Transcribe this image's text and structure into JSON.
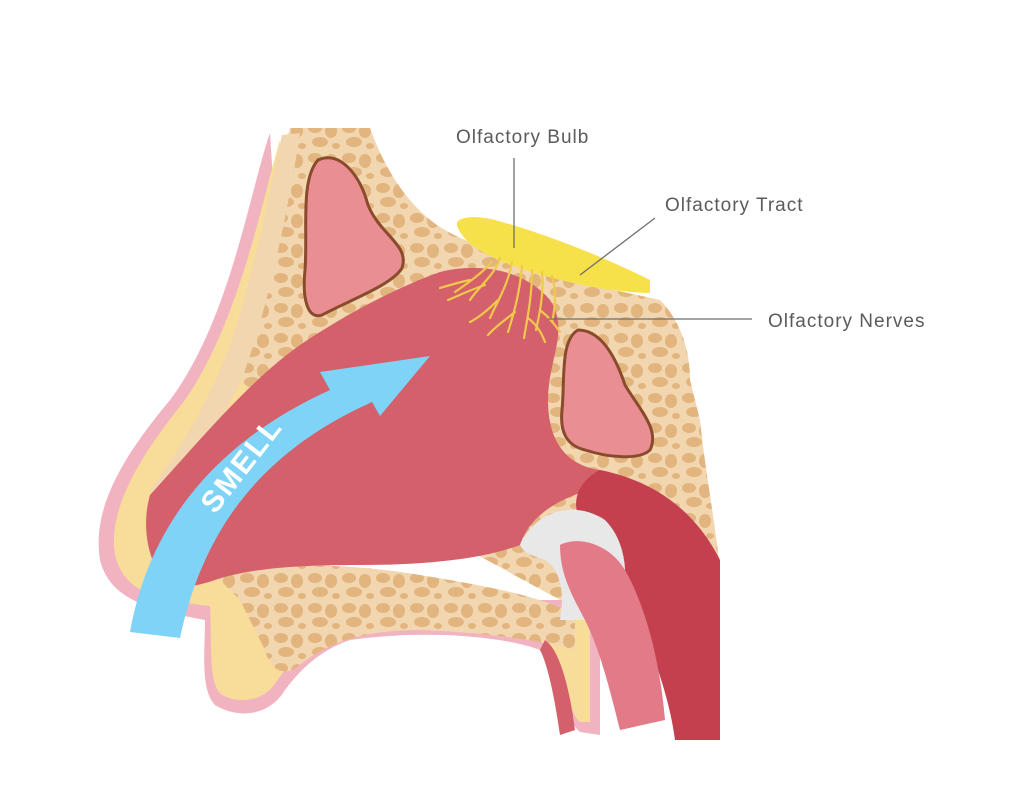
{
  "labels": {
    "olfactory_bulb": "Olfactory Bulb",
    "olfactory_tract": "Olfactory Tract",
    "olfactory_nerves": "Olfactory Nerves"
  },
  "arrow_text": "SMELL",
  "colors": {
    "skin_outline": "#f2b3c0",
    "skin_fat": "#f7dc9a",
    "bone": "#f2d6b0",
    "spongy_bone": "#e2b47e",
    "sinus": "#e98f93",
    "sinus_edge": "#8a4a2c",
    "nasal_cavity": "#d4606c",
    "deep_tissue": "#c4404e",
    "bulb": "#f7e14a",
    "nerves": "#f0c84a",
    "arrow": "#7fd3f7",
    "label_text": "#5b5b5b"
  }
}
